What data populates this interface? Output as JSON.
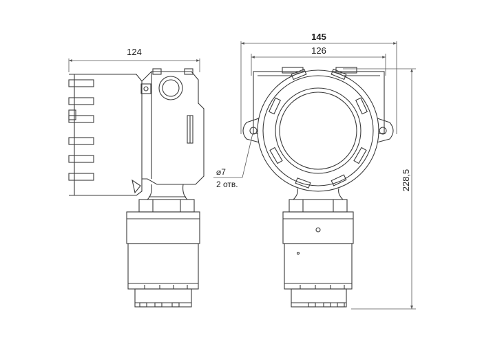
{
  "dimensions": {
    "side_width": "124",
    "overall_width": "145",
    "body_width": "126",
    "height": "228,5",
    "hole_diameter": "⌀7",
    "hole_count": "2 отв."
  },
  "colors": {
    "line": "#3a3a3a",
    "dim_line": "#555555",
    "background": "#ffffff"
  }
}
